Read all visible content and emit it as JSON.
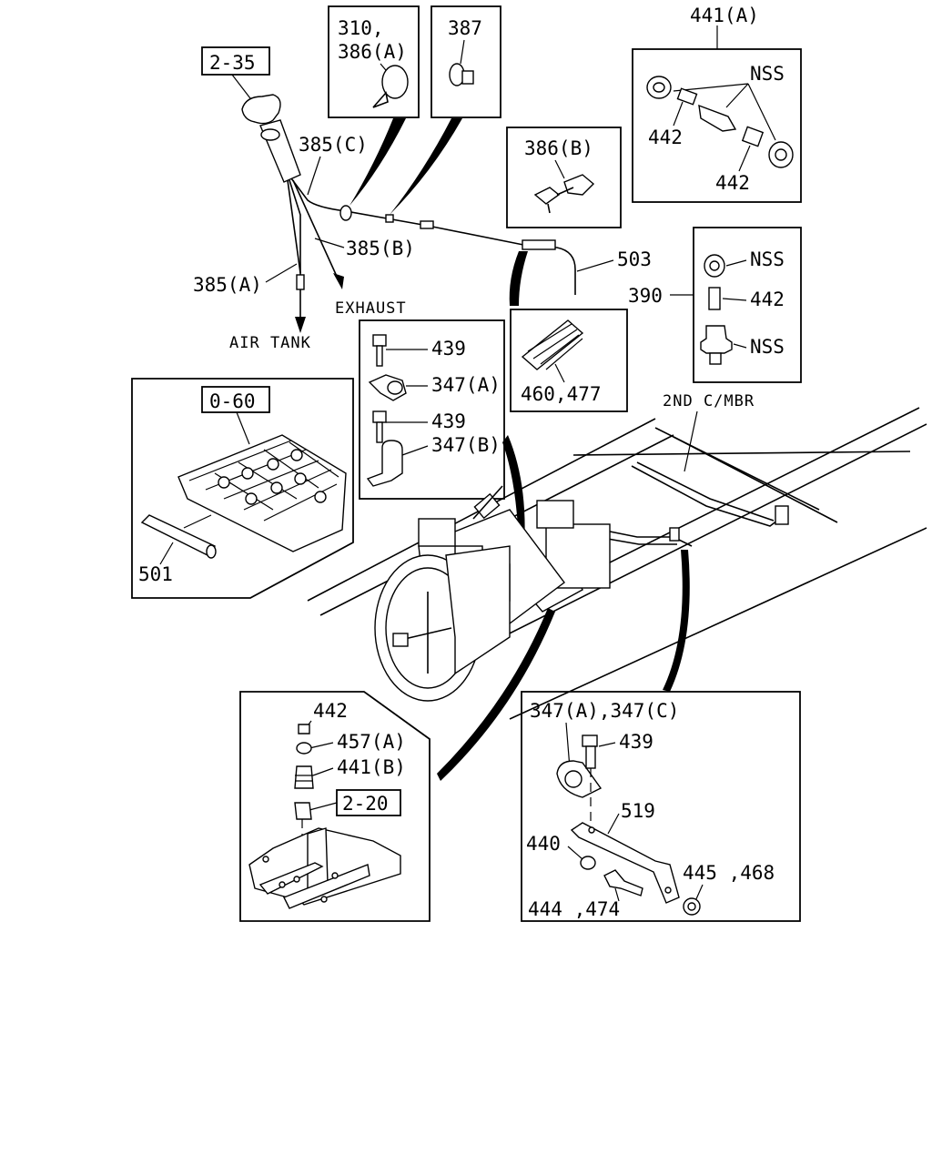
{
  "labels": {
    "ref_2_35": "2-35",
    "l_310": "310,",
    "l_386A": "386(A)",
    "l_387": "387",
    "l_441A": "441(A)",
    "l_nss_1": "NSS",
    "l_442_a": "442",
    "l_442_b": "442",
    "l_386B": "386(B)",
    "l_385C": "385(C)",
    "l_385B": "385(B)",
    "l_385A": "385(A)",
    "l_503": "503",
    "l_390": "390",
    "l_nss_2": "NSS",
    "l_442_c": "442",
    "l_nss_3": "NSS",
    "l_exhaust": "EXHAUST",
    "l_air_tank": "AIR TANK",
    "l_439_a": "439",
    "l_347A": "347(A)",
    "l_439_b": "439",
    "l_347B": "347(B)",
    "l_460_477": "460,477",
    "l_2nd_cmbr": "2ND C/MBR",
    "ref_0_60": "0-60",
    "l_501": "501",
    "l_442_d": "442",
    "l_457A": "457(A)",
    "l_441B": "441(B)",
    "ref_2_20": "2-20",
    "l_347A_347C": "347(A),347(C)",
    "l_439_c": "439",
    "l_519": "519",
    "l_440": "440",
    "l_445_468": "445 ,468",
    "l_444_474": "444 ,474"
  },
  "colors": {
    "ink": "#000000",
    "paper": "#ffffff"
  }
}
